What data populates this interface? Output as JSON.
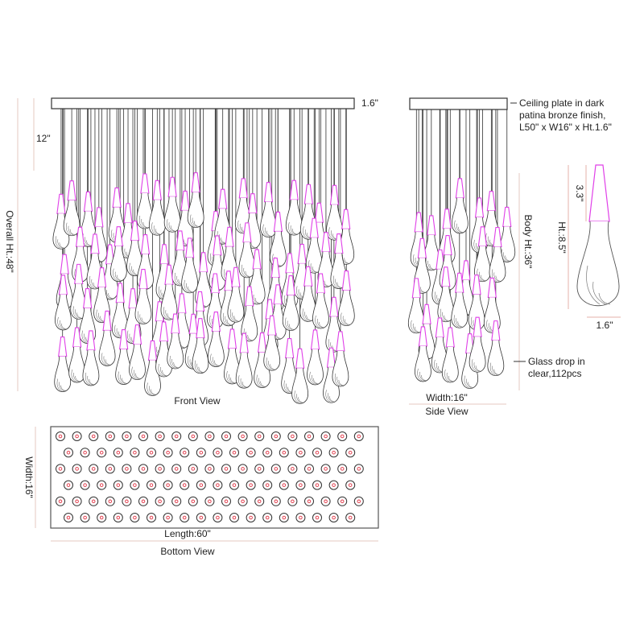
{
  "front_view": {
    "title": "Front View",
    "plate_height_label": "1.6\"",
    "drop_gap_label": "12\"",
    "overall_height_label": "Overall Ht.:48\""
  },
  "side_view": {
    "title": "Side View",
    "width_label": "Width:16\"",
    "body_height_label": "Body Ht.:36\"",
    "plate_note": [
      "Ceiling plate in dark",
      "patina bronze finish,",
      "L50\" x W16\" x Ht.1.6\""
    ],
    "drop_note": [
      "Glass drop in",
      "clear,112pcs"
    ]
  },
  "drop_detail": {
    "cone_height_label": "3.3\"",
    "height_label": "Ht.:8.5\"",
    "width_label": "1.6\""
  },
  "bottom_view": {
    "title": "Bottom View",
    "length_label": "Length:60\"",
    "width_label": "Width:16\"",
    "rows": 6,
    "columns": 19
  },
  "colors": {
    "line": "#333333",
    "cone": "#e040e8",
    "dimension": "#e6c8c0",
    "dot": "#e03040"
  }
}
